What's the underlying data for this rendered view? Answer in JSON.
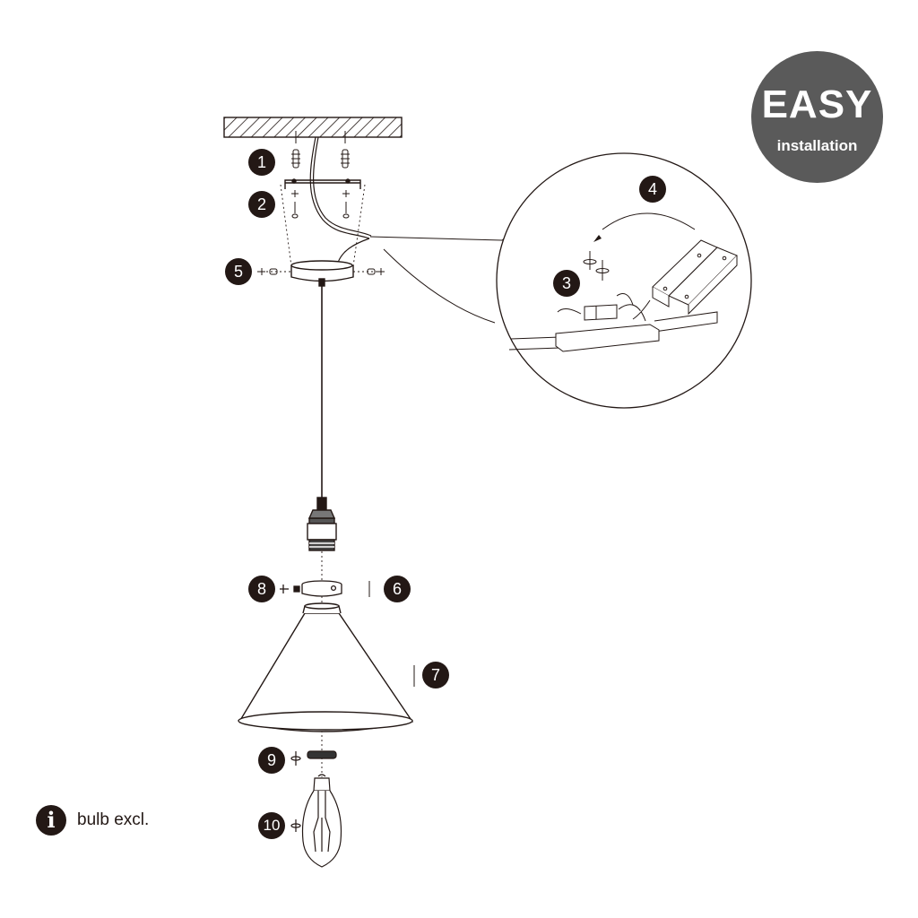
{
  "badge": {
    "title": "EASY",
    "subtitle": "installation",
    "color": "#5a5a5a"
  },
  "steps": [
    {
      "number": "1",
      "part": "wall-plugs"
    },
    {
      "number": "2",
      "part": "mounting-bracket-screws"
    },
    {
      "number": "3",
      "part": "terminal-block-screws"
    },
    {
      "number": "4",
      "part": "terminal-cover"
    },
    {
      "number": "5",
      "part": "canopy-side-screws"
    },
    {
      "number": "6",
      "part": "shade-ring-up"
    },
    {
      "number": "7",
      "part": "lamp-shade-up"
    },
    {
      "number": "8",
      "part": "ring-set-screw"
    },
    {
      "number": "9",
      "part": "shade-retaining-ring"
    },
    {
      "number": "10",
      "part": "bulb"
    }
  ],
  "note": {
    "icon": "info-icon",
    "icon_glyph": "i",
    "text": "bulb excl."
  },
  "colors": {
    "line": "#231815",
    "step_fill": "#231815"
  }
}
